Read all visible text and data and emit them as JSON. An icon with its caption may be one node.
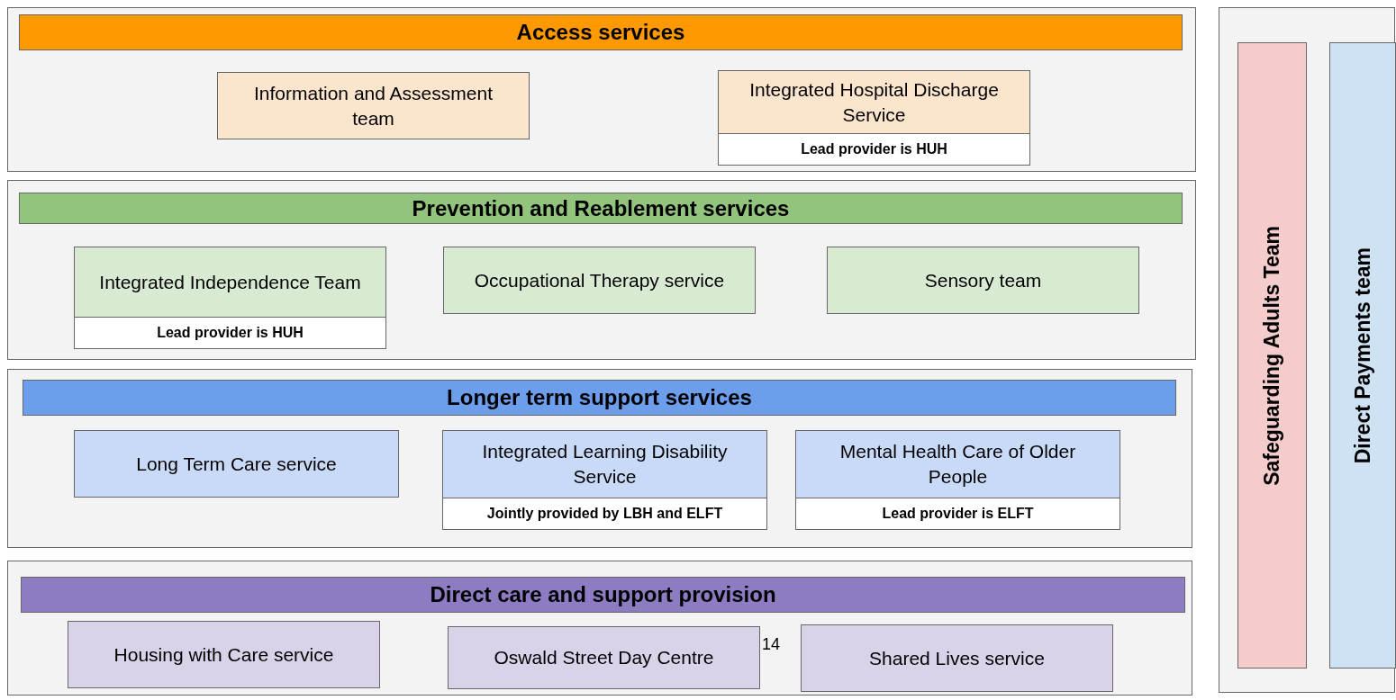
{
  "diagram": {
    "nodes": [
      {
        "text": [
          "Access services"
        ]
      },
      {
        "text": [
          "Information and Assessment team"
        ],
        "in": 0
      },
      {
        "text": [
          "Integrated Hospital Discharge Service",
          "Lead provider is HUH"
        ],
        "in": 0
      },
      {
        "text": [
          "Prevention and Reablement services"
        ]
      },
      {
        "text": [
          "Integrated Independence Team",
          "Lead provider is HUH"
        ],
        "in": 3
      },
      {
        "text": [
          "Occupational Therapy service"
        ],
        "in": 3
      },
      {
        "text": [
          "Sensory team"
        ],
        "in": 3
      },
      {
        "text": [
          "Longer term support services"
        ]
      },
      {
        "text": [
          "Long Term Care service"
        ],
        "in": 7
      },
      {
        "text": [
          "Integrated Learning Disability Service",
          "Jointly provided by LBH and ELFT"
        ],
        "in": 7
      },
      {
        "text": [
          "Mental Health Care of Older People",
          "Lead provider is ELFT"
        ],
        "in": 7
      },
      {
        "text": [
          "Direct care and support provision"
        ]
      },
      {
        "text": [
          "Housing with Care service"
        ],
        "in": 11
      },
      {
        "text": [
          "Oswald Street Day Centre"
        ],
        "in": 11
      },
      {
        "text": [
          "Shared Lives service"
        ],
        "in": 11
      },
      {
        "text": [],
        "shape": "box"
      },
      {
        "text": [
          "Safeguarding Adults Team"
        ],
        "in": 15
      },
      {
        "text": [
          "Direct Payments team"
        ],
        "in": 15
      }
    ],
    "edges": [],
    "labels": [
      "14"
    ]
  }
}
